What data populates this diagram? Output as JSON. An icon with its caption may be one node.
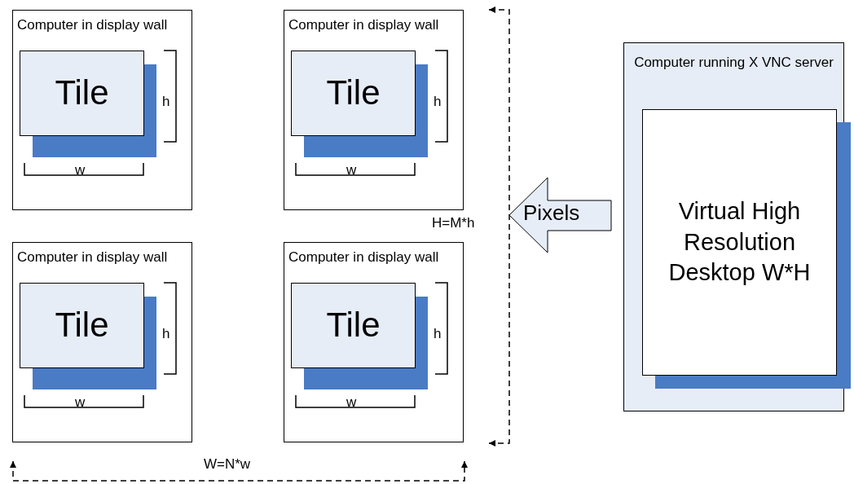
{
  "diagram": {
    "nodes": [
      {
        "text": [
          "Computer in display wall"
        ]
      },
      {
        "text": [
          "Tile"
        ],
        "in": 0
      },
      {
        "text": [
          "Computer in display wall"
        ]
      },
      {
        "text": [
          "Tile"
        ],
        "in": 2
      },
      {
        "text": [
          "Computer in display wall"
        ]
      },
      {
        "text": [
          "Tile"
        ],
        "in": 4
      },
      {
        "text": [
          "Computer in display wall"
        ]
      },
      {
        "text": [
          "Tile"
        ],
        "in": 6
      },
      {
        "text": [
          "Pixels"
        ]
      },
      {
        "text": [
          "Computer running X VNC server"
        ]
      },
      {
        "text": [
          "Virtual High Resolution Desktop W*H"
        ],
        "in": 9
      }
    ],
    "labels": [
      "h",
      "w",
      "h",
      "w",
      "H=M*h",
      "h",
      "w",
      "h",
      "w",
      "W=N*w"
    ]
  }
}
